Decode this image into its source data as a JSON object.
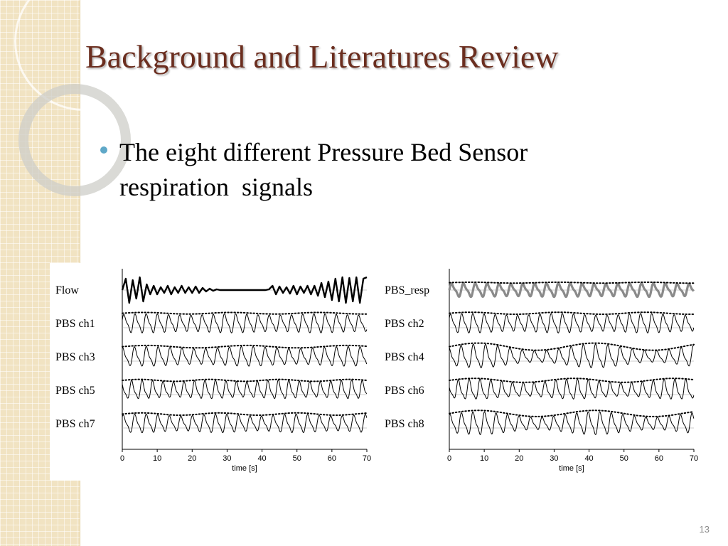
{
  "slide": {
    "title": "Background and Literatures Review",
    "bullet_line1": "The eight different Pressure Bed Sensor",
    "bullet_line2": "respiration  signals",
    "page_number": "13"
  },
  "chart_data": [
    {
      "type": "line",
      "xlabel": "time [s]",
      "xlim": [
        0,
        70
      ],
      "xticks": [
        0,
        10,
        20,
        30,
        40,
        50,
        60,
        70
      ],
      "rows": [
        "Flow",
        "PBS ch1",
        "PBS ch3",
        "PBS ch5",
        "PBS ch7"
      ],
      "series": [
        {
          "name": "Flow",
          "style": "thick",
          "envelope": false,
          "x": [
            0,
            1,
            2,
            3,
            4,
            5,
            6,
            7,
            8,
            9,
            10,
            11,
            12,
            13,
            14,
            15,
            16,
            17,
            18,
            19,
            20,
            21,
            22,
            23,
            24,
            25,
            26,
            27,
            28,
            29,
            30,
            31,
            32,
            33,
            34,
            35,
            36,
            37,
            38,
            39,
            40,
            41,
            42,
            43,
            44,
            45,
            46,
            47,
            48,
            49,
            50,
            51,
            52,
            53,
            54,
            55,
            56,
            57,
            58,
            59,
            60,
            61,
            62,
            63,
            64,
            65,
            66,
            67,
            68,
            69,
            70
          ],
          "y": [
            0,
            0.8,
            -0.9,
            0.7,
            -0.6,
            0.9,
            -0.8,
            0.4,
            -0.3,
            0.3,
            -0.3,
            0.2,
            -0.2,
            0.3,
            -0.3,
            0.2,
            -0.2,
            0.3,
            -0.2,
            0.2,
            -0.2,
            0.25,
            -0.2,
            0.15,
            -0.1,
            0.1,
            -0.05,
            0.05,
            0,
            0,
            0,
            0,
            0,
            0,
            0,
            0,
            0,
            0,
            0,
            0,
            0,
            0,
            0.05,
            0.3,
            -0.3,
            0.25,
            -0.2,
            0.2,
            -0.25,
            0.3,
            -0.3,
            0.25,
            -0.2,
            0.3,
            -0.3,
            0.3,
            -0.4,
            0.5,
            -0.5,
            0.6,
            -0.7,
            0.8,
            -0.8,
            0.9,
            -0.9,
            0.85,
            -0.8,
            0.9,
            -0.9,
            0.8,
            0.9
          ]
        },
        {
          "name": "PBS ch1",
          "style": "thin",
          "envelope": true,
          "period": 3.2,
          "amp": 0.72,
          "phase": 0.3,
          "mod_amp": 0.08,
          "mod_freq": 0.04
        },
        {
          "name": "PBS ch3",
          "style": "thin",
          "envelope": true,
          "period": 3.4,
          "amp": 0.72,
          "phase": 1.1,
          "mod_amp": 0.12,
          "mod_freq": 0.035
        },
        {
          "name": "PBS ch5",
          "style": "thin",
          "envelope": true,
          "period": 3.0,
          "amp": 0.7,
          "phase": 2.0,
          "mod_amp": 0.1,
          "mod_freq": 0.05
        },
        {
          "name": "PBS ch7",
          "style": "thin",
          "envelope": true,
          "period": 3.3,
          "amp": 0.68,
          "phase": 0.7,
          "mod_amp": 0.12,
          "mod_freq": 0.045
        }
      ]
    },
    {
      "type": "line",
      "xlabel": "time [s]",
      "xlim": [
        0,
        70
      ],
      "xticks": [
        0,
        10,
        20,
        30,
        40,
        50,
        60,
        70
      ],
      "rows": [
        "PBS_resp",
        "PBS ch2",
        "PBS ch4",
        "PBS ch6",
        "PBS ch8"
      ],
      "series": [
        {
          "name": "PBS_resp",
          "style": "gray-thick",
          "envelope": true,
          "period": 3.4,
          "amp": 0.52,
          "phase": 0.0,
          "mod_amp": 0.06,
          "mod_freq": 0.04
        },
        {
          "name": "PBS ch2",
          "style": "thin",
          "envelope": true,
          "period": 3.2,
          "amp": 0.72,
          "phase": 0.5,
          "mod_amp": 0.1,
          "mod_freq": 0.04
        },
        {
          "name": "PBS ch4",
          "style": "thin",
          "envelope": true,
          "period": 3.5,
          "amp": 0.72,
          "phase": 1.5,
          "mod_amp": 0.35,
          "mod_freq": 0.03
        },
        {
          "name": "PBS ch6",
          "style": "thin",
          "envelope": true,
          "period": 3.1,
          "amp": 0.7,
          "phase": 2.4,
          "mod_amp": 0.2,
          "mod_freq": 0.035
        },
        {
          "name": "PBS ch8",
          "style": "thin",
          "envelope": true,
          "period": 3.3,
          "amp": 0.72,
          "phase": 0.9,
          "mod_amp": 0.3,
          "mod_freq": 0.03
        }
      ]
    }
  ]
}
